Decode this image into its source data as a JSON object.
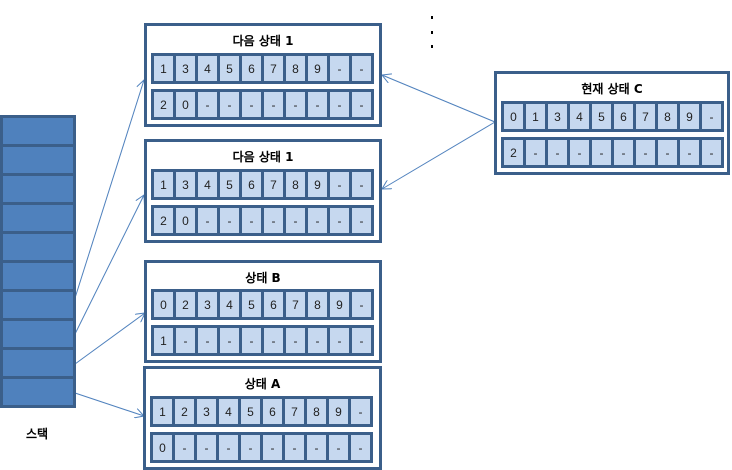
{
  "diagram": {
    "stack": {
      "label": "스택",
      "slot_count": 10
    },
    "states": [
      {
        "id": "next1a",
        "title": "다음 상태 1",
        "rows": [
          [
            "1",
            "3",
            "4",
            "5",
            "6",
            "7",
            "8",
            "9",
            "-",
            "-"
          ],
          [
            "2",
            "0",
            "-",
            "-",
            "-",
            "-",
            "-",
            "-",
            "-",
            "-"
          ]
        ]
      },
      {
        "id": "next1b",
        "title": "다음 상태 1",
        "rows": [
          [
            "1",
            "3",
            "4",
            "5",
            "6",
            "7",
            "8",
            "9",
            "-",
            "-"
          ],
          [
            "2",
            "0",
            "-",
            "-",
            "-",
            "-",
            "-",
            "-",
            "-",
            "-"
          ]
        ]
      },
      {
        "id": "stateB",
        "title": "상태 B",
        "rows": [
          [
            "0",
            "2",
            "3",
            "4",
            "5",
            "6",
            "7",
            "8",
            "9",
            "-"
          ],
          [
            "1",
            "-",
            "-",
            "-",
            "-",
            "-",
            "-",
            "-",
            "-",
            "-"
          ]
        ]
      },
      {
        "id": "stateA",
        "title": "상태 A",
        "rows": [
          [
            "1",
            "2",
            "3",
            "4",
            "5",
            "6",
            "7",
            "8",
            "9",
            "-"
          ],
          [
            "0",
            "-",
            "-",
            "-",
            "-",
            "-",
            "-",
            "-",
            "-",
            "-"
          ]
        ]
      },
      {
        "id": "currentC",
        "title": "현재 상태 C",
        "rows": [
          [
            "0",
            "1",
            "3",
            "4",
            "5",
            "6",
            "7",
            "8",
            "9",
            "-"
          ],
          [
            "2",
            "-",
            "-",
            "-",
            "-",
            "-",
            "-",
            "-",
            "-",
            "-"
          ]
        ]
      }
    ],
    "arrows": [
      {
        "from": "stack-slot-8",
        "to": "next1a"
      },
      {
        "from": "stack-slot-7",
        "to": "next1b"
      },
      {
        "from": "stack-slot-8",
        "to": "stateB"
      },
      {
        "from": "stack-slot-9",
        "to": "stateA"
      },
      {
        "from": "currentC",
        "to": "next1a"
      },
      {
        "from": "currentC",
        "to": "next1b"
      }
    ],
    "colors": {
      "border": "#3b5f8a",
      "cell_fill": "#c6d8ef",
      "stack_fill": "#4f81bd",
      "arrow": "#4f81bd"
    }
  }
}
